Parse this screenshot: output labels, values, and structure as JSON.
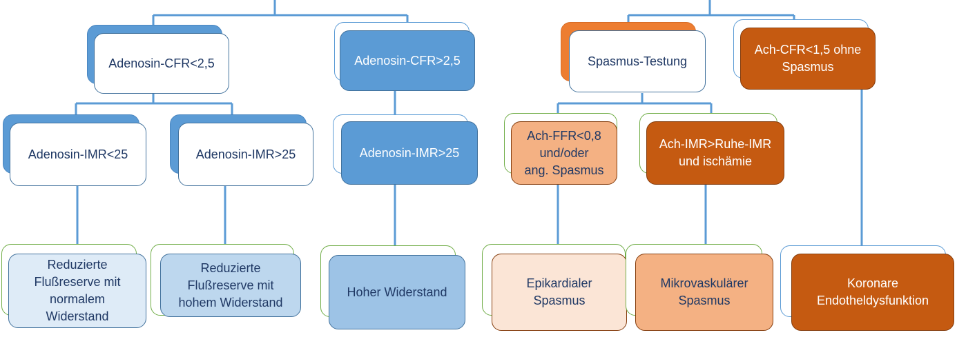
{
  "nodes": {
    "adenosin_cfr_lt": "Adenosin-CFR<2,5",
    "adenosin_cfr_gt": "Adenosin-CFR>2,5",
    "spasmus_testung": "Spasmus-Testung",
    "ach_cfr": "Ach-CFR<1,5 ohne\nSpasmus",
    "adenosin_imr_lt_left": "Adenosin-IMR<25",
    "adenosin_imr_gt_left": "Adenosin-IMR>25",
    "adenosin_imr_gt_mid": "Adenosin-IMR>25",
    "ach_ffr": "Ach-FFR<0,8\nund/oder\nang. Spasmus",
    "ach_imr": "Ach-IMR>Ruhe-IMR\nund ischämie",
    "reduzierte_normal": "Reduzierte\nFlußreserve mit\nnormalem\nWiderstand",
    "reduzierte_hoch": "Reduzierte\nFlußreserve mit\nhohem Widerstand",
    "hoher_widerstand": "Hoher Widerstand",
    "epikardialer": "Epikardialer\nSpasmus",
    "mikrovaskulaerer": "Mikrovaskulärer\nSpasmus",
    "koronare": "Koronare\nEndotheldysfunktion"
  },
  "colors": {
    "connector": "#5b9bd5",
    "blue": "#5b9bd5",
    "orange": "#ed7d31",
    "dark_orange": "#c55a11"
  }
}
